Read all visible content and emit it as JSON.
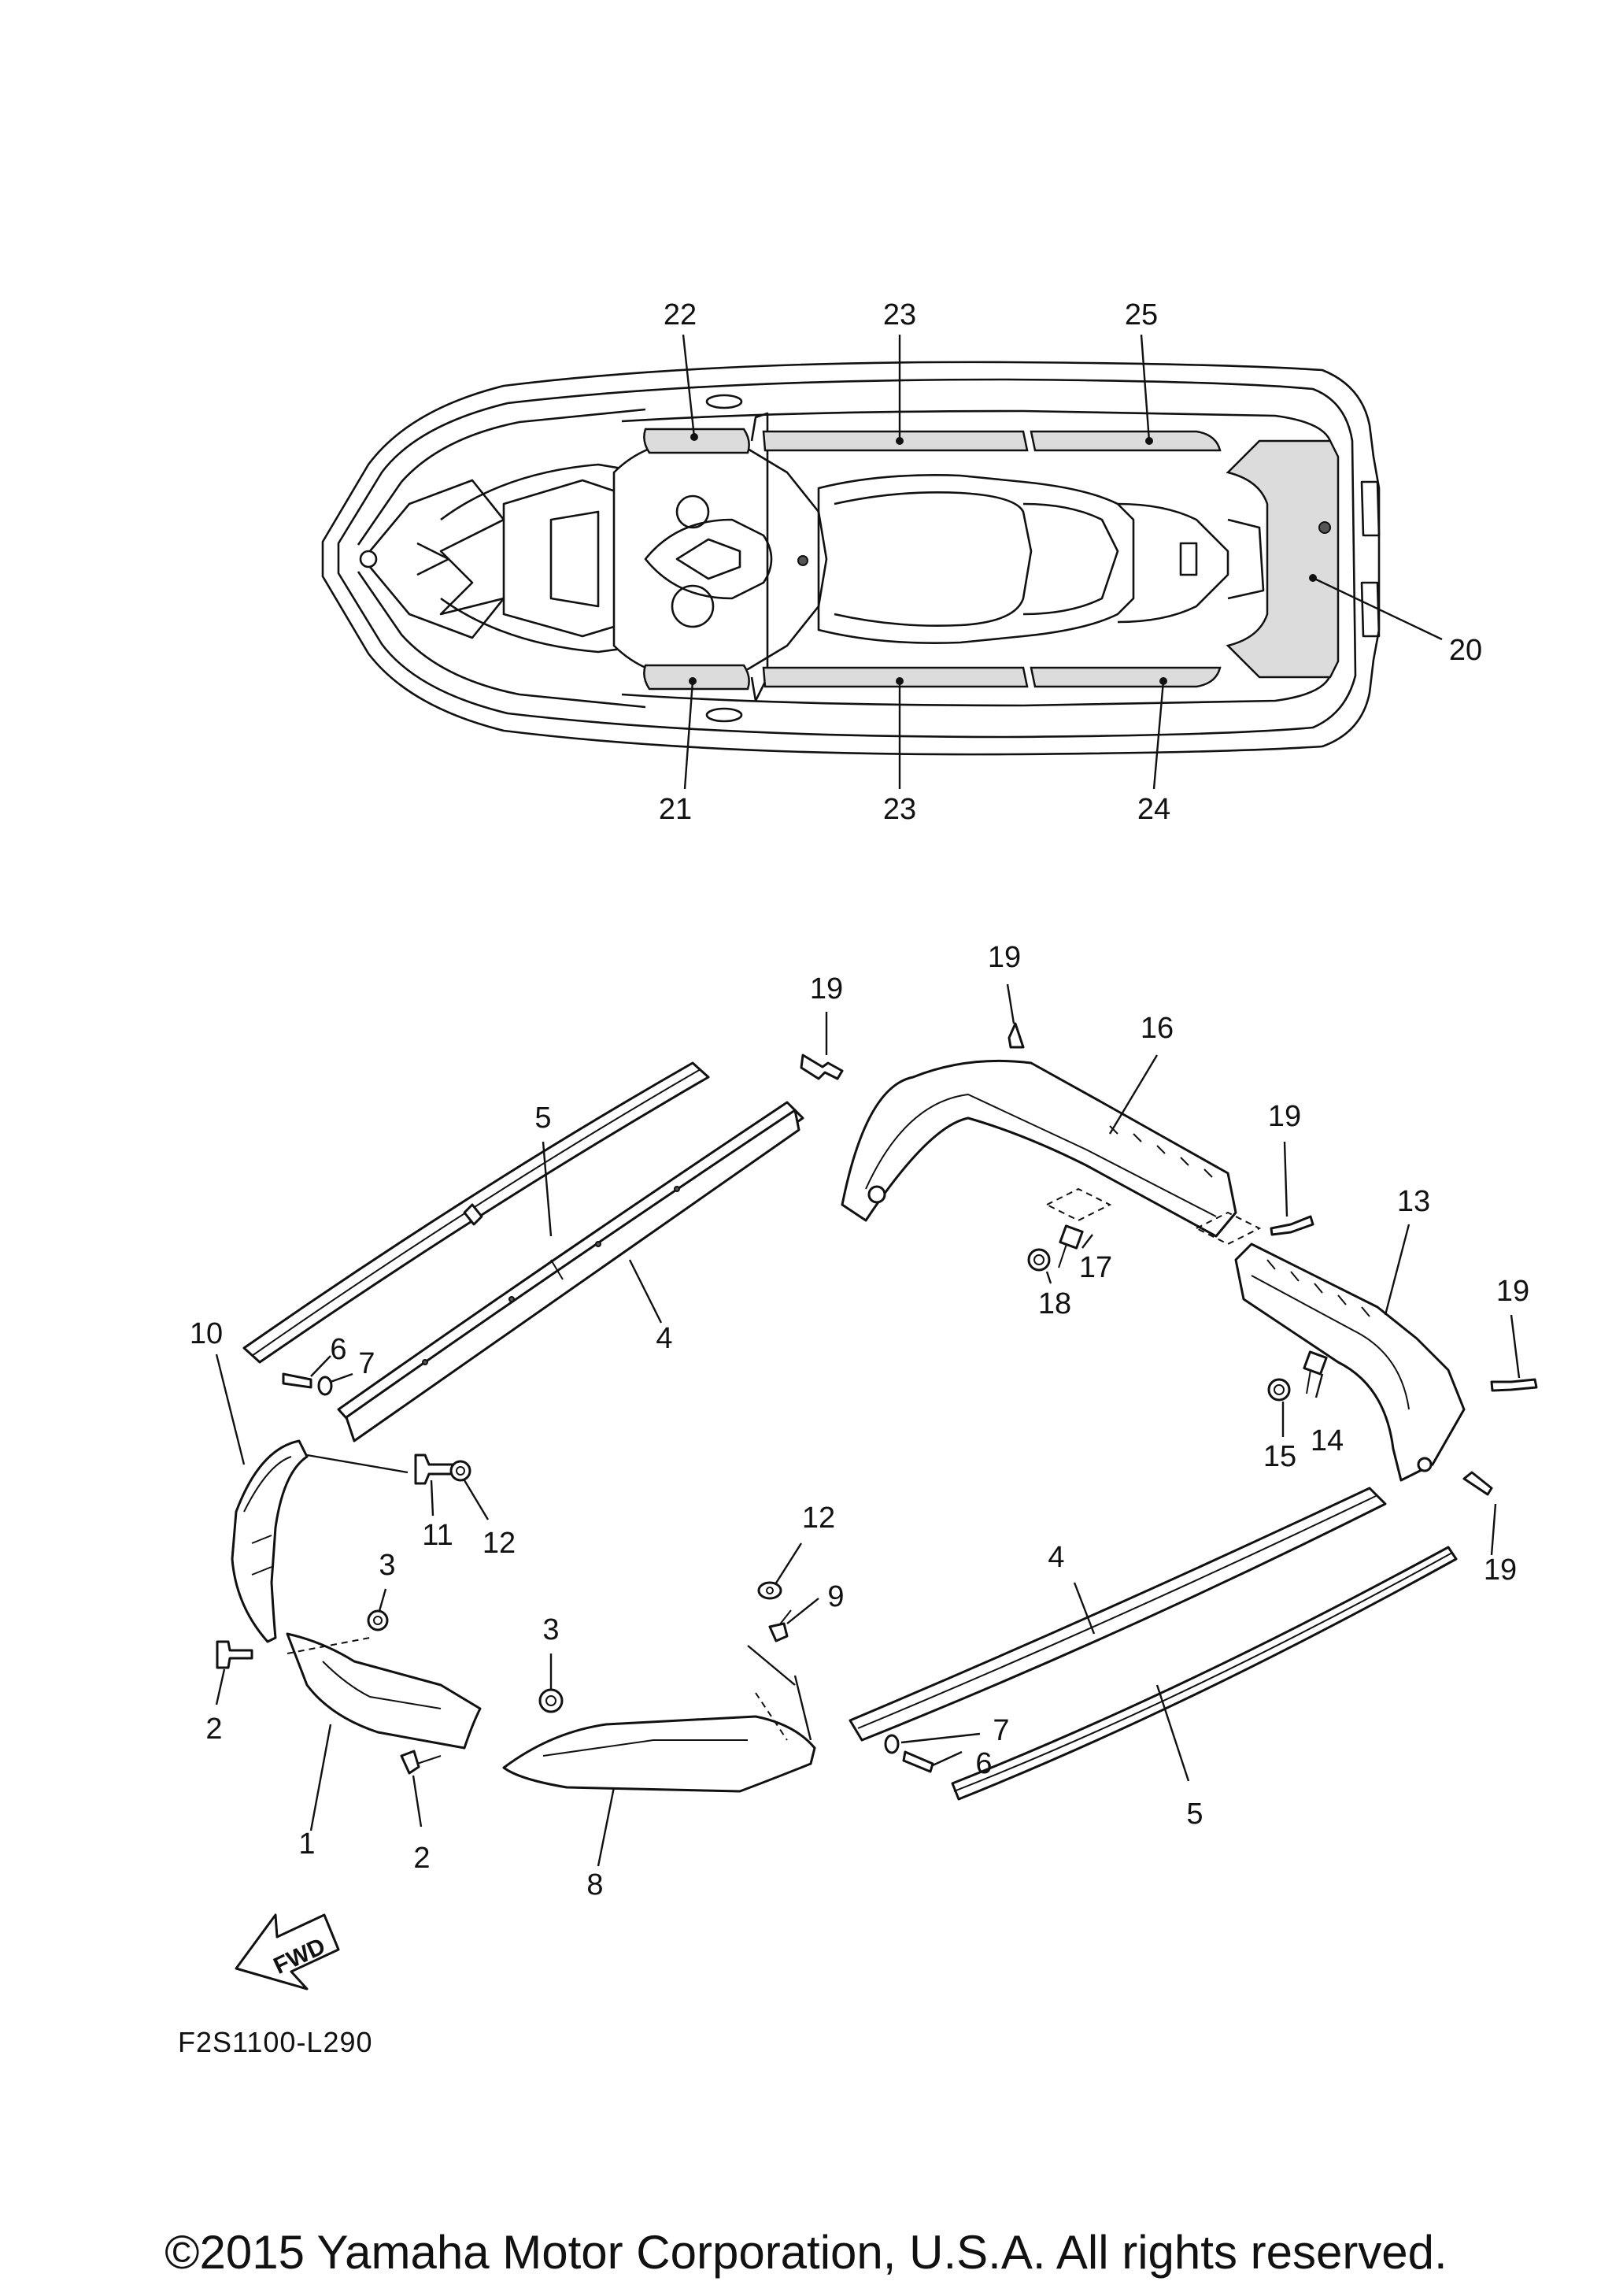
{
  "diagram": {
    "top_view_callouts": [
      "22",
      "23",
      "25",
      "20",
      "21",
      "23",
      "24"
    ],
    "exploded_callouts": [
      "19",
      "19",
      "16",
      "19",
      "13",
      "17",
      "18",
      "19",
      "14",
      "15",
      "19",
      "5",
      "4",
      "10",
      "6",
      "7",
      "11",
      "12",
      "3",
      "2",
      "3",
      "12",
      "9",
      "1",
      "2",
      "8",
      "4",
      "7",
      "6",
      "5"
    ],
    "fwd_arrow_label": "FWD"
  },
  "footer": {
    "doc_code": "F2S1100-L290",
    "copyright": "©2015 Yamaha Motor Corporation, U.S.A. All rights reserved."
  }
}
